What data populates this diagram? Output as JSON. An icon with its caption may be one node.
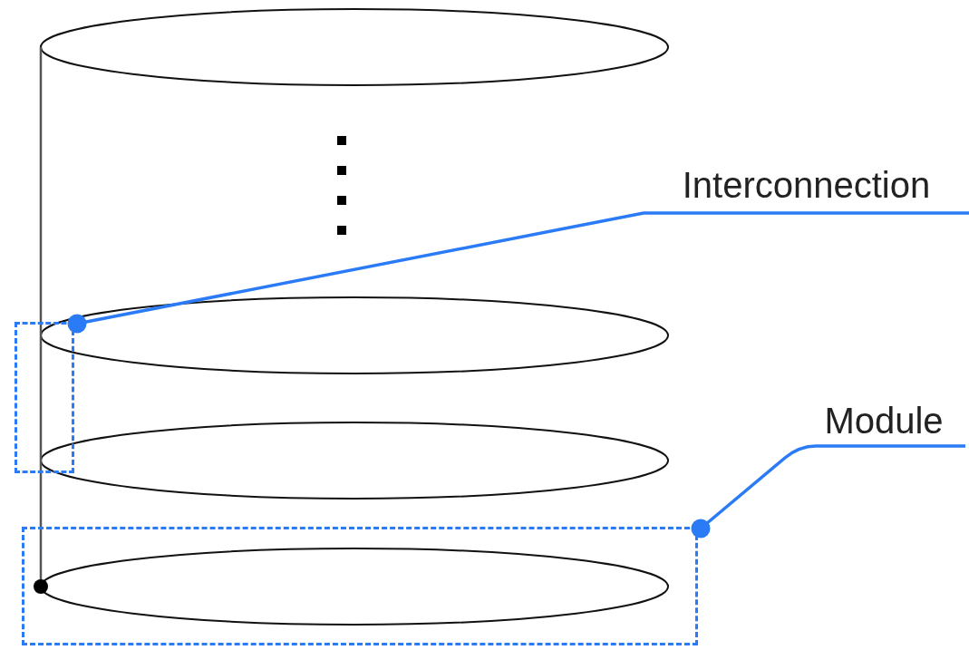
{
  "diagram": {
    "nodes": [
      {
        "text": [
          "Interconnection"
        ]
      },
      {
        "text": [],
        "shape": "box"
      },
      {
        "text": [
          "Module"
        ]
      },
      {
        "text": [],
        "shape": "box"
      }
    ],
    "edges": [
      {
        "from": 0,
        "to": 1,
        "arrow": "other"
      },
      {
        "from": 2,
        "to": 3,
        "arrow": "other"
      }
    ]
  }
}
